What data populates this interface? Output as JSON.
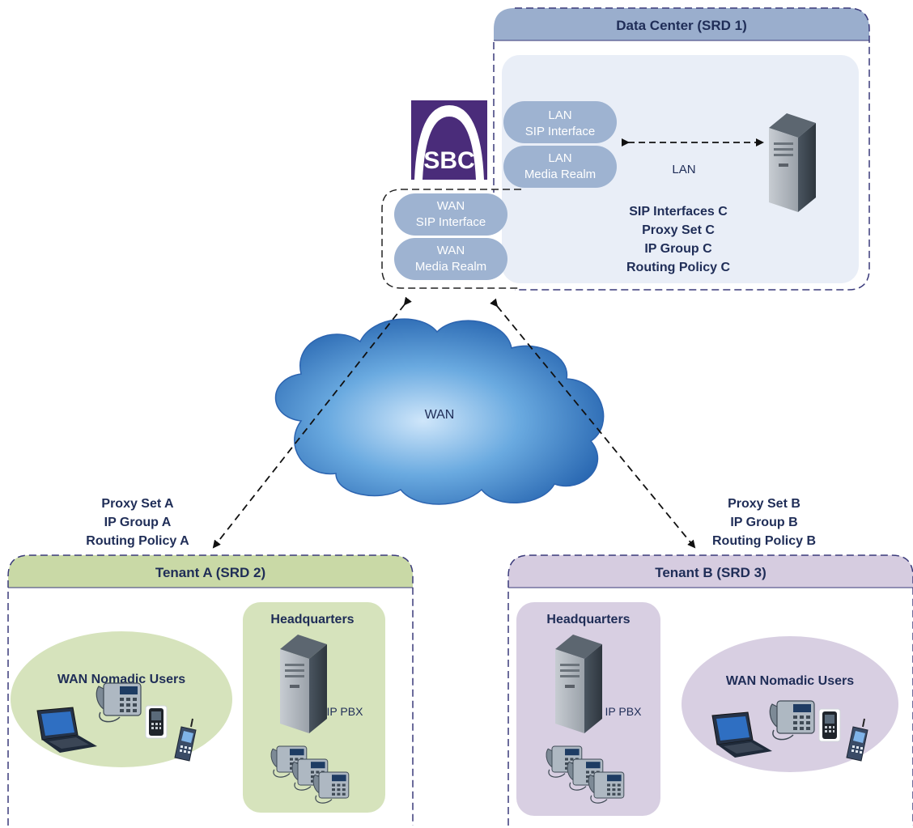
{
  "data_center": {
    "title": "Data Center (SRD 1)",
    "lan_sip_interface": [
      "LAN",
      "SIP Interface"
    ],
    "lan_media_realm": [
      "LAN",
      "Media Realm"
    ],
    "lan_link_label": "LAN",
    "config": [
      "SIP Interfaces C",
      "Proxy Set C",
      "IP Group C",
      "Routing Policy C"
    ]
  },
  "sbc": {
    "logo_text": "SBC",
    "wan_sip_interface": [
      "WAN",
      "SIP Interface"
    ],
    "wan_media_realm": [
      "WAN",
      "Media Realm"
    ]
  },
  "wan_cloud": {
    "label": "WAN"
  },
  "tenant_a": {
    "title": "Tenant A (SRD 2)",
    "config": [
      "Proxy Set A",
      "IP Group A",
      "Routing Policy A"
    ],
    "nomadic_title": "WAN Nomadic Users",
    "hq_title": "Headquarters",
    "pbx_label": "IP PBX"
  },
  "tenant_b": {
    "title": "Tenant B (SRD 3)",
    "config": [
      "Proxy Set B",
      "IP Group B",
      "Routing Policy B"
    ],
    "nomadic_title": "WAN Nomadic Users",
    "hq_title": "Headquarters",
    "pbx_label": "IP PBX"
  },
  "colors": {
    "dc_header": "#9aaecd",
    "dc_inner": "#e9eef7",
    "tenant_a_header": "#c9d9a6",
    "tenant_a_fill": "#d6e3bc",
    "tenant_b_header": "#d6cce0",
    "tenant_b_fill": "#d8cfe2",
    "pill": "#9eb3d1",
    "text_dark": "#1f2d57",
    "border": "#3a3a7a"
  }
}
